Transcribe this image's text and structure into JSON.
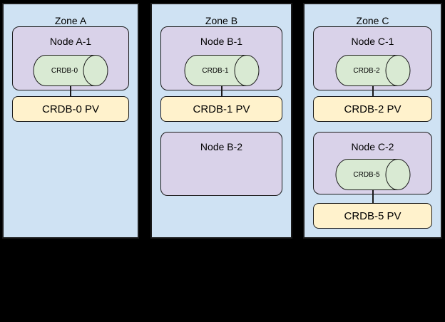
{
  "palette": {
    "canvas_bg": "#000000",
    "zone_fill": "#cfe2f3",
    "node_fill": "#d9d2e9",
    "pv_fill": "#fff2cc",
    "db_fill": "#d9ead3",
    "stroke": "#1a1a1a"
  },
  "zones": [
    {
      "label": "Zone A",
      "nodes": [
        {
          "label": "Node A-1",
          "db": "CRDB-0",
          "pv": "CRDB-0 PV"
        }
      ]
    },
    {
      "label": "Zone B",
      "nodes": [
        {
          "label": "Node B-1",
          "db": "CRDB-1",
          "pv": "CRDB-1 PV"
        },
        {
          "label": "Node B-2"
        }
      ]
    },
    {
      "label": "Zone C",
      "nodes": [
        {
          "label": "Node C-1",
          "db": "CRDB-2",
          "pv": "CRDB-2 PV"
        },
        {
          "label": "Node C-2",
          "db": "CRDB-5",
          "pv": "CRDB-5 PV"
        }
      ]
    }
  ]
}
